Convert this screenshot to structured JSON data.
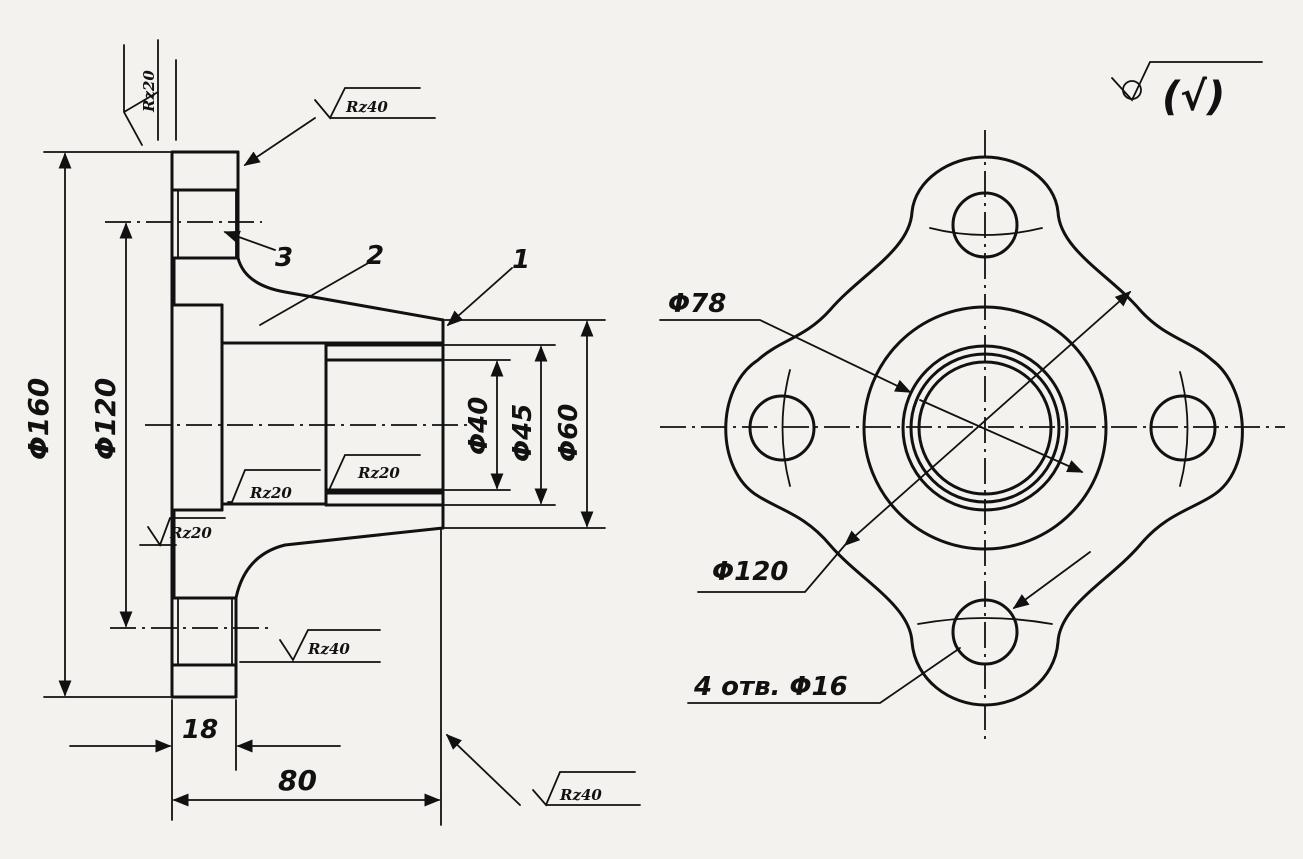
{
  "dimensions": {
    "d160": "Φ160",
    "d120_left": "Φ120",
    "d40": "Φ40",
    "d45": "Φ45",
    "d60": "Φ60",
    "d78": "Φ78",
    "d120_right": "Φ120",
    "holes": "4 отв. Φ16",
    "len18": "18",
    "len80": "80"
  },
  "roughness": {
    "r1": "Rz20",
    "r2": "Rz40",
    "r3": "Rz20",
    "r4": "Rz20",
    "r5": "Rz20",
    "r6": "Rz40",
    "r7": "Rz40"
  },
  "callouts": {
    "c1": "1",
    "c2": "2",
    "c3": "3"
  },
  "general_roughness": "(√)"
}
